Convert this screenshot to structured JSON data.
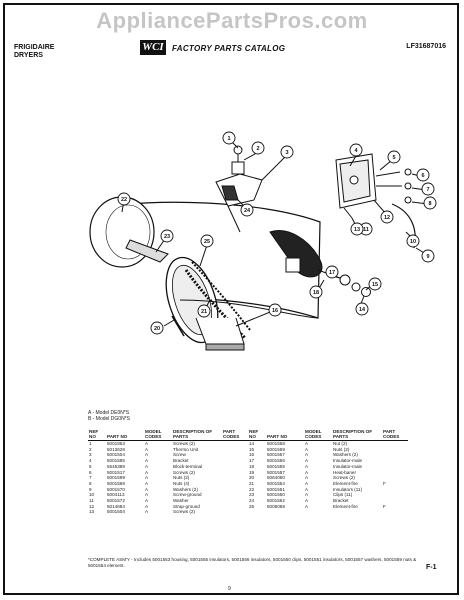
{
  "watermark": "AppliancePartsPros.com",
  "header": {
    "brand_line1": "FRIGIDAIRE",
    "brand_line2": "DRYERS",
    "logo": "WCI",
    "catalog_title": "FACTORY PARTS CATALOG",
    "catalog_code": "LF31687016"
  },
  "diagram": {
    "callouts": [
      "1",
      "2",
      "3",
      "4",
      "5",
      "6",
      "7",
      "8",
      "9",
      "10",
      "11",
      "12",
      "13",
      "14",
      "15",
      "16",
      "17",
      "18",
      "19",
      "20",
      "21",
      "22",
      "23",
      "24",
      "25"
    ]
  },
  "legend": {
    "line_a": "A - Model DE0N*S",
    "line_b": "B - Model DG0N*S"
  },
  "parts_table": {
    "headers": [
      "REF NO",
      "PART NO",
      "MODEL CODES",
      "DESCRIPTION OF PARTS",
      "PART CODES"
    ],
    "left_rows": [
      {
        "ref": "1",
        "part": "5001853",
        "model": "A",
        "desc": "Screws (2)",
        "code": ""
      },
      {
        "ref": "2",
        "part": "5013628",
        "model": "A",
        "desc": "Thermo Unit",
        "code": ""
      },
      {
        "ref": "3",
        "part": "5001504",
        "model": "A",
        "desc": "Screw",
        "code": ""
      },
      {
        "ref": "4",
        "part": "5001585",
        "model": "A",
        "desc": "Bracket",
        "code": ""
      },
      {
        "ref": "5",
        "part": "5545389",
        "model": "A",
        "desc": "Block-terminal",
        "code": ""
      },
      {
        "ref": "6",
        "part": "5001517",
        "model": "A",
        "desc": "Screws (2)",
        "code": ""
      },
      {
        "ref": "7",
        "part": "5001599",
        "model": "A",
        "desc": "Nuts (2)",
        "code": ""
      },
      {
        "ref": "8",
        "part": "5001569",
        "model": "A",
        "desc": "Nuts (4)",
        "code": ""
      },
      {
        "ref": "9",
        "part": "5001570",
        "model": "A",
        "desc": "Washers (2)",
        "code": ""
      },
      {
        "ref": "10",
        "part": "5004113",
        "model": "A",
        "desc": "Screw-ground",
        "code": ""
      },
      {
        "ref": "11",
        "part": "5001572",
        "model": "A",
        "desc": "Washer",
        "code": ""
      },
      {
        "ref": "12",
        "part": "5014684",
        "model": "A",
        "desc": "Strap-ground",
        "code": ""
      },
      {
        "ref": "13",
        "part": "5001504",
        "model": "A",
        "desc": "Screws (2)",
        "code": ""
      }
    ],
    "right_rows": [
      {
        "ref": "14",
        "part": "5001558",
        "model": "A",
        "desc": "Nut (2)",
        "code": ""
      },
      {
        "ref": "15",
        "part": "5001559",
        "model": "A",
        "desc": "Nuts (2)",
        "code": ""
      },
      {
        "ref": "16",
        "part": "5001557",
        "model": "A",
        "desc": "Washers (2)",
        "code": ""
      },
      {
        "ref": "17",
        "part": "5001556",
        "model": "A",
        "desc": "Insulator-male",
        "code": ""
      },
      {
        "ref": "18",
        "part": "5001555",
        "model": "A",
        "desc": "Insulator-male",
        "code": ""
      },
      {
        "ref": "19",
        "part": "5001557",
        "model": "A",
        "desc": "Heat-baner",
        "code": ""
      },
      {
        "ref": "20",
        "part": "5064060",
        "model": "A",
        "desc": "Screws (2)",
        "code": ""
      },
      {
        "ref": "21",
        "part": "5001554",
        "model": "A",
        "desc": "Element-fire",
        "code": "F"
      },
      {
        "ref": "22",
        "part": "5001551",
        "model": "A",
        "desc": "Insulators (11)",
        "code": ""
      },
      {
        "ref": "23",
        "part": "5001550",
        "model": "A",
        "desc": "Clips (11)",
        "code": ""
      },
      {
        "ref": "24",
        "part": "5001562",
        "model": "A",
        "desc": "Bracket",
        "code": ""
      },
      {
        "ref": "25",
        "part": "5005068",
        "model": "A",
        "desc": "Element-fire",
        "code": "F"
      }
    ]
  },
  "footnote": "*COMPLETE ASM'Y - Includes 5001553 housing, 5001555 insulators, 5001556 insulators, 5001550 clips, 5001551 insulators, 5001557 washers, 5001559 nuts & 5001554 element.",
  "page_number": "F-1",
  "bottom_mark": "9"
}
